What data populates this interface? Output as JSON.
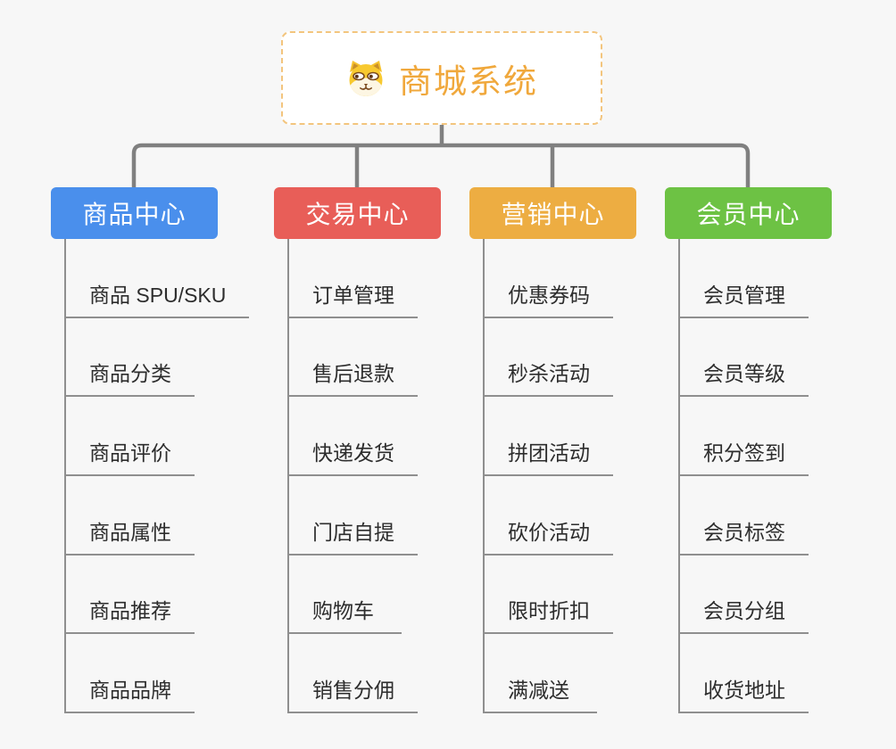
{
  "page": {
    "background_color": "#f7f7f7",
    "connector_color": "#808080",
    "child_line_color": "#8f8f8f"
  },
  "root": {
    "title": "商城系统",
    "icon": "shiba-dog-icon",
    "text_color": "#f0a83c",
    "border_color": "#f3c57e",
    "background_color": "#ffffff"
  },
  "branches": [
    {
      "label": "商品中心",
      "color": "#4a8fec",
      "children": [
        "商品 SPU/SKU",
        "商品分类",
        "商品评价",
        "商品属性",
        "商品推荐",
        "商品品牌"
      ]
    },
    {
      "label": "交易中心",
      "color": "#e85e58",
      "children": [
        "订单管理",
        "售后退款",
        "快递发货",
        "门店自提",
        "购物车",
        "销售分佣"
      ]
    },
    {
      "label": "营销中心",
      "color": "#edad42",
      "children": [
        "优惠券码",
        "秒杀活动",
        "拼团活动",
        "砍价活动",
        "限时折扣",
        "满减送"
      ]
    },
    {
      "label": "会员中心",
      "color": "#6dc244",
      "children": [
        "会员管理",
        "会员等级",
        "积分签到",
        "会员标签",
        "会员分组",
        "收货地址"
      ]
    }
  ]
}
